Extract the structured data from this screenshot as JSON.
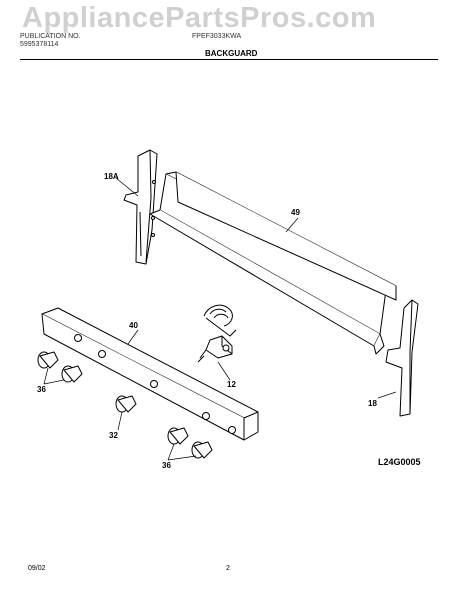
{
  "header": {
    "watermark": "AppliancePartsPros.com",
    "line1_left": "PUBLICATION NO.",
    "line2_left": "5995378114",
    "line1_right": "FPEF3033KWA",
    "section_title": "BACKGUARD"
  },
  "callouts": {
    "c18a": "18A",
    "c49": "49",
    "c40": "40",
    "c36a": "36",
    "c12": "12",
    "c32": "32",
    "c36b": "36",
    "c18": "18"
  },
  "diagram_code": "L24G0005",
  "footer": {
    "date": "09/02",
    "page": "2"
  }
}
